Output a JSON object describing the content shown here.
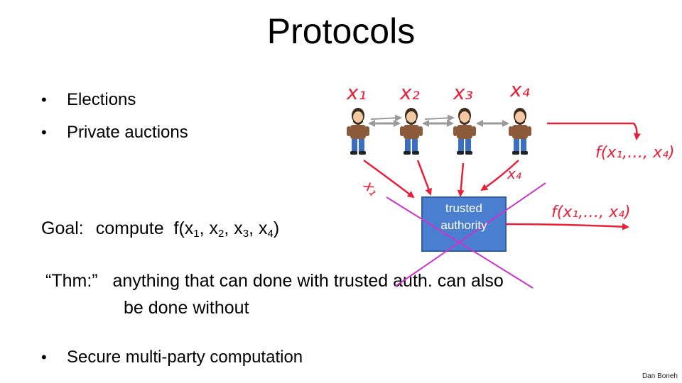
{
  "slide": {
    "title": "Protocols",
    "bullets": [
      "Elections",
      "Private auctions"
    ],
    "goal": {
      "prefix": "Goal:",
      "verb": "compute",
      "func_open": "f(x",
      "subs": [
        "1",
        "2",
        "3",
        "4"
      ],
      "sep": ", x",
      "close": ")"
    },
    "thm": {
      "label": "“Thm:”",
      "line1": "anything that can done with trusted auth. can also",
      "line2": "be done without"
    },
    "last_bullet": "Secure multi-party computation",
    "footer": "Dan Boneh"
  },
  "diagram": {
    "party_labels": [
      "x₁",
      "x₂",
      "x₃",
      "x₄"
    ],
    "input_labels": [
      "x₁",
      "x₄"
    ],
    "output_labels": [
      "f(x₁,…, x₄)",
      "f(x₁,…, x₄)"
    ],
    "authority_label_1": "trusted",
    "authority_label_2": "authority",
    "colors": {
      "ink": "#e8203a",
      "cross": "#cc33cc",
      "box": "#4a7fd0",
      "box_border": "#2f5da8",
      "arrow_gray": "#9a9a9a"
    }
  }
}
